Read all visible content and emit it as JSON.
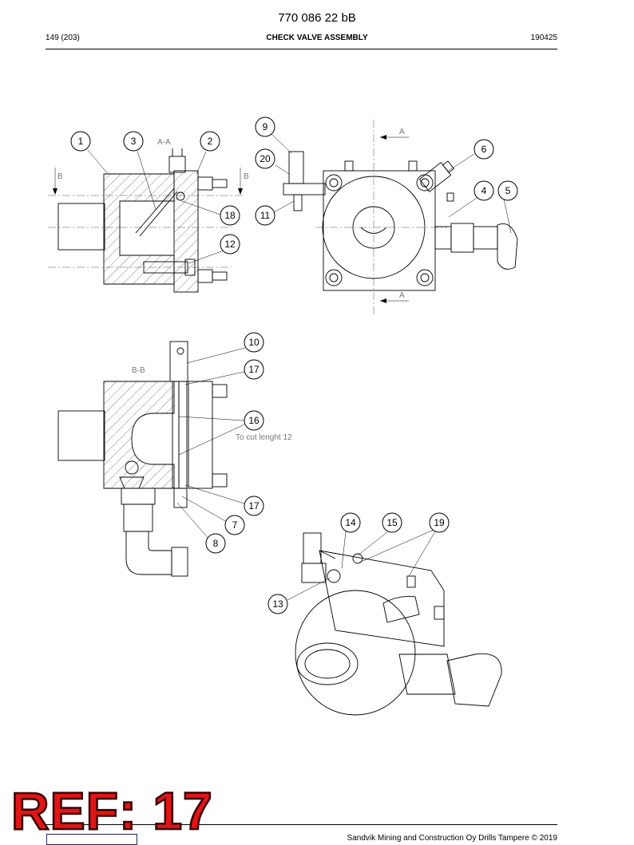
{
  "header": {
    "doc_number": "770 086 22 bB",
    "page": "149 (203)",
    "title": "CHECK VALVE ASSEMBLY",
    "date_code": "190425"
  },
  "drawing": {
    "section_labels": {
      "aa": "A-A",
      "bb": "B-B",
      "a_top": "A",
      "a_bottom": "A",
      "b_left": "B",
      "b_right": "B"
    },
    "note": "To cut lenght 12",
    "callouts": [
      "1",
      "3",
      "2",
      "9",
      "20",
      "6",
      "4",
      "5",
      "18",
      "11",
      "12",
      "10",
      "17",
      "16",
      "17",
      "7",
      "8",
      "14",
      "15",
      "19",
      "13"
    ]
  },
  "footer": {
    "copyright": "Sandvik Mining and Construction Oy Drills Tampere © 2019",
    "ref_stamp": "REF: 17"
  }
}
